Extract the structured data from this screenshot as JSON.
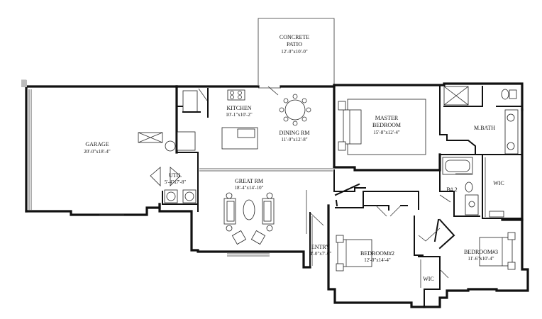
{
  "plan": {
    "rooms": [
      {
        "id": "patio",
        "name": "CONCRETE",
        "name2": "PATIO",
        "dims": "12'-0\"x10'-0\""
      },
      {
        "id": "garage",
        "name": "GARAGE",
        "dims": "20'-0\"x18'-4\""
      },
      {
        "id": "kitchen",
        "name": "KITCHEN",
        "dims": "10'-1\"x10'-2\""
      },
      {
        "id": "dining",
        "name": "DINING RM",
        "dims": "11'-0\"x12'-8\""
      },
      {
        "id": "master",
        "name": "MASTER",
        "name2": "BEDROOM",
        "dims": "15'-8\"x12'-4\""
      },
      {
        "id": "mbath",
        "name": "M.BATH"
      },
      {
        "id": "util",
        "name": "UTIL",
        "dims": "5'-4\"x7'-8\""
      },
      {
        "id": "great",
        "name": "GREAT RM",
        "dims": "18'-4\"x14'-10\""
      },
      {
        "id": "b2bath",
        "name": "B# 2"
      },
      {
        "id": "wic1",
        "name": "WIC"
      },
      {
        "id": "entry",
        "name": "ENTRY",
        "dims": "4'-0\"x7'-0\""
      },
      {
        "id": "bed2",
        "name": "BEDROOM#2",
        "dims": "12'-0\"x14'-4\""
      },
      {
        "id": "bed3",
        "name": "BEDROOM#3",
        "dims": "11'-6\"x10'-4\""
      },
      {
        "id": "wic2",
        "name": "WIC"
      }
    ]
  }
}
